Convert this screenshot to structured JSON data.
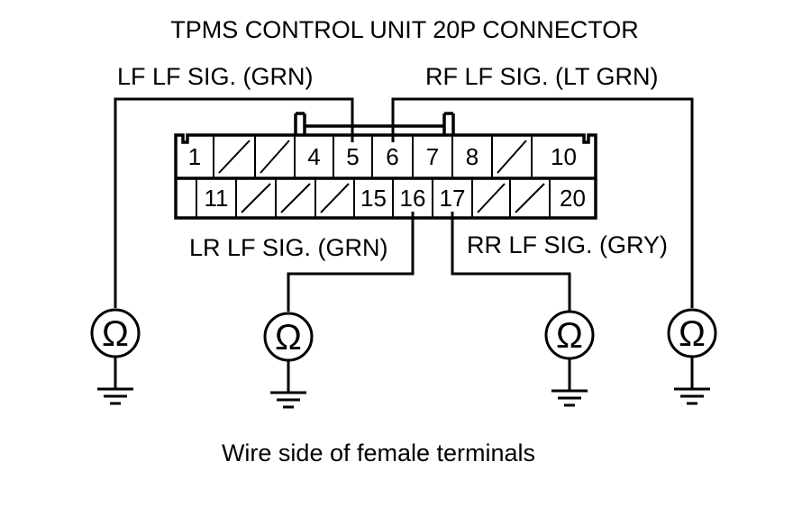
{
  "title": "TPMS CONTROL UNIT 20P CONNECTOR",
  "caption": "Wire side of female terminals",
  "labels": {
    "lf": "LF LF SIG. (GRN)",
    "rf": "RF LF SIG. (LT GRN)",
    "lr": "LR LF SIG. (GRN)",
    "rr": "RR LF SIG. (GRY)"
  },
  "pins_top": [
    "1",
    "",
    "",
    "4",
    "5",
    "6",
    "7",
    "8",
    "",
    "10"
  ],
  "pins_bottom": [
    "",
    "11",
    "",
    "",
    "",
    "15",
    "16",
    "17",
    "",
    "",
    "20"
  ],
  "meter_symbol": "Ω"
}
